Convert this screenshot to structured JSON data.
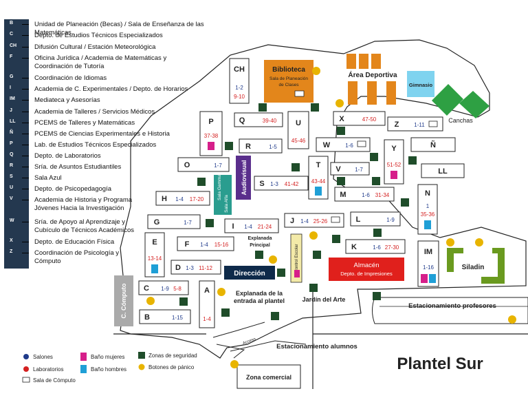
{
  "legend": {
    "items": [
      {
        "key": "B",
        "text": "Unidad de Planeación (Becas) / Sala de Enseñanza de las Matemáticas"
      },
      {
        "key": "C",
        "text": "Depto. de Estudios Técnicos Especializados"
      },
      {
        "key": "CH",
        "text": "Difusión Cultural / Estación Meteorológica"
      },
      {
        "key": "F",
        "text": "Oficina Jurídica / Academia de Matemáticas y Coordinación de Tutoría"
      },
      {
        "key": "G",
        "text": "Coordinación de Idiomas"
      },
      {
        "key": "I",
        "text": "Academia de C. Experimentales / Depto. de Horarios"
      },
      {
        "key": "IM",
        "text": "Mediateca y Asesorías"
      },
      {
        "key": "J",
        "text": "Academia de Talleres / Servicios Médicos"
      },
      {
        "key": "LL",
        "text": "PCEMS de Talleres y Matemáticas"
      },
      {
        "key": "Ñ",
        "text": "PCEMS de Ciencias Experimentales e Historia"
      },
      {
        "key": "P",
        "text": "Lab. de Estudios Técnicos Especializados"
      },
      {
        "key": "Q",
        "text": "Depto. de Laboratorios"
      },
      {
        "key": "R",
        "text": "Sría. de Asuntos Estudiantiles"
      },
      {
        "key": "S",
        "text": "Sala Azul"
      },
      {
        "key": "U",
        "text": "Depto. de Psicopedagogía"
      },
      {
        "key": "V",
        "text": "Academia de Historia y Programa Jóvenes Hacia la Investigación"
      },
      {
        "key": "W",
        "text": "Sría. de Apoyo al Aprendizaje y Cubículo de Técnicos Académicos"
      },
      {
        "key": "X",
        "text": "Depto. de Educación Física"
      },
      {
        "key": "Z",
        "text": "Coordinación de Psicología y Cómputo"
      }
    ]
  },
  "symbols": {
    "salones": "Salones",
    "laboratorios": "Laboratorios",
    "sala_computo": "Sala de Cómputo",
    "bano_mujeres": "Baño mujeres",
    "bano_hombres": "Baño hombres",
    "zonas_seguridad": "Zonas de seguridad",
    "botones_panico": "Botones de pánico"
  },
  "colors": {
    "legend_bg": "#24384f",
    "salon_blue": "#1f3a8a",
    "lab_red": "#d42020",
    "panic_yellow": "#e8b400",
    "sports_orange": "#e3861b",
    "gym_blue": "#7fd3ef",
    "court_green": "#2ea043",
    "siladin_green": "#6a9a1f",
    "almacen_red": "#e0201c",
    "direccion_navy": "#0e2a4a",
    "audiovisual_purple": "#5a2e8c",
    "sala_teal": "#2a9d8f",
    "women_pink": "#d61f8a",
    "men_cyan": "#1f9fd6"
  },
  "map": {
    "title": "Plantel Sur",
    "areas": {
      "biblioteca": "Biblioteca",
      "biblioteca_sub": "Sala de Planeación de Clases",
      "area_deportiva": "Área Deportiva",
      "gimnasio": "Gimnasio",
      "canchas": "Canchas",
      "audiovisual": "Audiovisual",
      "sala_gamma": "Sala Gamma",
      "sala_alfa": "Sala Alfa",
      "explanada_principal": "Explanada Principal",
      "direccion": "Dirección",
      "control_escolar": "Control Escolar",
      "almacen": "Almacén",
      "almacen_sub": "Depto. de Impresiones",
      "siladin": "Siladin",
      "c_computo": "C. Cómputo",
      "explanada_entrada": "Explanada de la entrada al plantel",
      "jardin": "Jardín del Arte",
      "estacionamiento_prof": "Estacionamiento profesores",
      "estacionamiento_alum": "Estacionamiento alumnos",
      "acceso": "Acceso",
      "zona_comercial": "Zona comercial"
    },
    "buildings": {
      "CH": {
        "letter": "CH",
        "blue": "1-2",
        "red": "9-10"
      },
      "P": {
        "letter": "P",
        "red": "37-38"
      },
      "Q": {
        "letter": "Q",
        "red": "39-40"
      },
      "U": {
        "letter": "U",
        "red": "45-46"
      },
      "X": {
        "letter": "X",
        "red": "47-50"
      },
      "Z": {
        "letter": "Z",
        "blue": "1-11"
      },
      "R": {
        "letter": "R",
        "blue": "1-5"
      },
      "W": {
        "letter": "W",
        "blue": "1-6"
      },
      "Y": {
        "letter": "Y",
        "red": "51-52"
      },
      "N1": {
        "letter": "Ñ"
      },
      "O": {
        "letter": "O",
        "blue": "1-7"
      },
      "T": {
        "letter": "T",
        "red": "43-44"
      },
      "V": {
        "letter": "V",
        "blue": "1-7"
      },
      "LL": {
        "letter": "LL"
      },
      "S": {
        "letter": "S",
        "blue": "1-3",
        "red": "41-42"
      },
      "H": {
        "letter": "H",
        "blue": "1-4",
        "red": "17-20"
      },
      "M": {
        "letter": "M",
        "blue": "1-6",
        "red": "31-34"
      },
      "N": {
        "letter": "N",
        "blue": "1",
        "red": "35-36"
      },
      "G": {
        "letter": "G",
        "blue": "1-7"
      },
      "I": {
        "letter": "I",
        "blue": "1-4",
        "red": "21-24"
      },
      "J": {
        "letter": "J",
        "blue": "1-4",
        "red": "25-26"
      },
      "L": {
        "letter": "L",
        "blue": "1-9"
      },
      "E": {
        "letter": "E",
        "red": "13-14"
      },
      "F": {
        "letter": "F",
        "blue": "1-4",
        "red": "15-16"
      },
      "K": {
        "letter": "K",
        "blue": "1-6",
        "red": "27-30"
      },
      "IM": {
        "letter": "IM",
        "blue": "1-16"
      },
      "D": {
        "letter": "D",
        "blue": "1-3",
        "red": "11-12"
      },
      "C": {
        "letter": "C",
        "blue": "1-9",
        "red": "5-8"
      },
      "A": {
        "letter": "A",
        "red": "1-4"
      },
      "B": {
        "letter": "B",
        "blue": "1-15"
      }
    }
  }
}
